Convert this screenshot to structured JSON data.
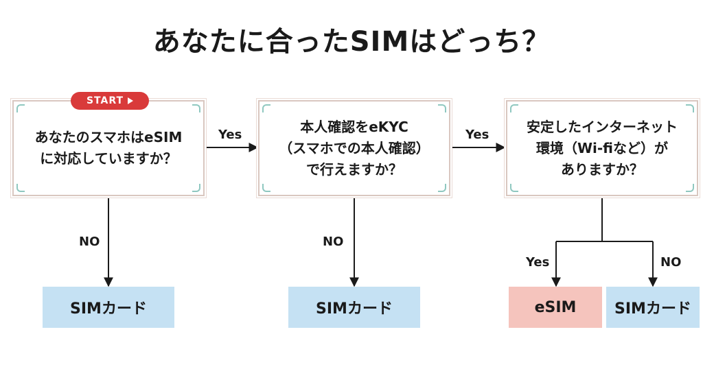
{
  "title": "あなたに合ったSIMはどっち？",
  "start_badge": "START",
  "questions": [
    {
      "lines": [
        "あなたのスマホはeSIM",
        "に対応していますか？"
      ]
    },
    {
      "lines": [
        "本人確認をeKYC",
        "（スマホでの本人確認）",
        "で行えますか？"
      ]
    },
    {
      "lines": [
        "安定したインターネット",
        "環境（Wi-fiなど）が",
        "ありますか？"
      ]
    }
  ],
  "edges": {
    "q1_yes": "Yes",
    "q1_no": "NO",
    "q2_yes": "Yes",
    "q2_no": "NO",
    "q3_yes": "Yes",
    "q3_no": "NO"
  },
  "results": {
    "q1_no": "SIMカード",
    "q2_no": "SIMカード",
    "q3_yes": "eSIM",
    "q3_no": "SIMカード"
  },
  "colors": {
    "sim_card_box": "#c5e1f3",
    "esim_box": "#f5c4bd",
    "start_badge": "#d93a3a",
    "question_border": "#d9c7c0",
    "corner_accent": "#8fc8c0"
  }
}
